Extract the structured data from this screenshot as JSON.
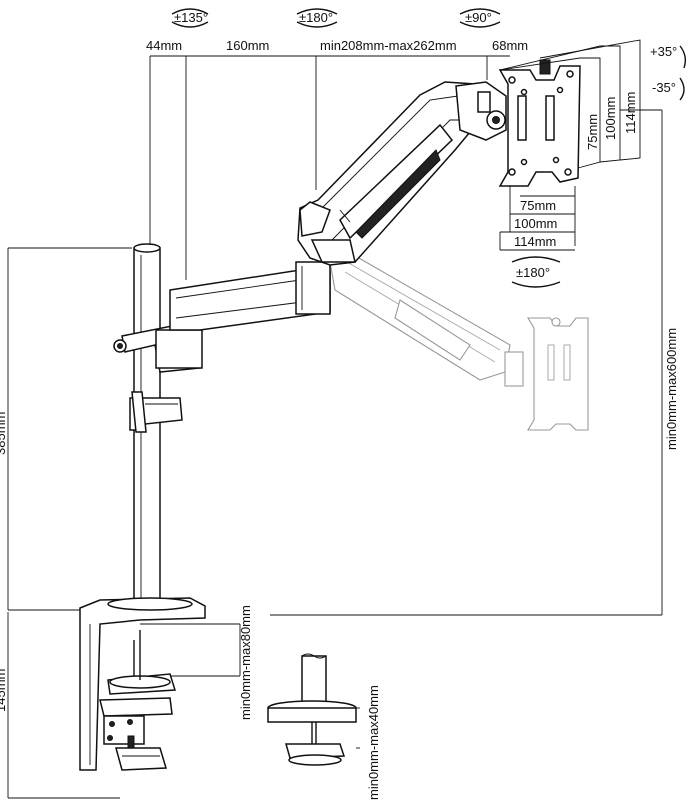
{
  "rotations": {
    "top_left": "±135°",
    "top_mid": "±180°",
    "top_right": "±90°",
    "vesa_bottom": "±180°",
    "tilt_up": "+35°",
    "tilt_down": "-35°"
  },
  "dimensions": {
    "post_offset": "44mm",
    "arm_first": "160mm",
    "arm_second": "min208mm-max262mm",
    "head": "68mm",
    "plate_v1": "75mm",
    "plate_v2": "100mm",
    "plate_v3": "114mm",
    "plate_h1": "75mm",
    "plate_h2": "100mm",
    "plate_h3": "114mm",
    "height_range": "min0mm-max600mm",
    "pole_height": "385mm",
    "clamp_height": "145mm",
    "clamp_thickness": "min0mm-max80mm",
    "grommet_thickness": "min0mm-max40mm"
  }
}
